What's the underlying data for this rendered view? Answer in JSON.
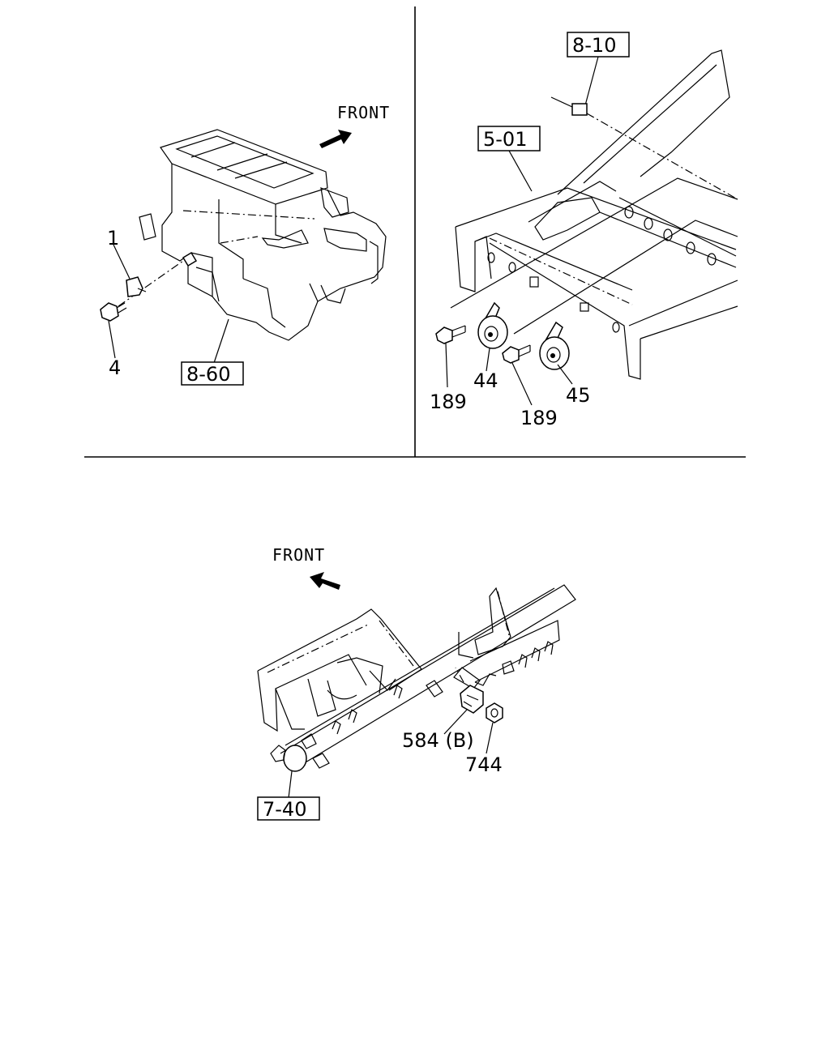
{
  "panel_top_left": {
    "direction_label": "FRONT",
    "callouts": {
      "part_1": "1",
      "part_4": "4"
    },
    "ref_box": "8-60"
  },
  "panel_top_right": {
    "ref_box_wiring": "8-10",
    "ref_box_frame": "5-01",
    "callouts": {
      "bolt_a": "189",
      "horn_low": "44",
      "bolt_b": "189",
      "horn_high": "45"
    }
  },
  "panel_bottom": {
    "direction_label": "FRONT",
    "callouts": {
      "sensor": "584 (B)",
      "nut": "744"
    },
    "ref_box": "7-40"
  },
  "colors": {
    "ink": "#000000",
    "paper": "#ffffff"
  },
  "icons": [
    "front-arrow-icon"
  ]
}
